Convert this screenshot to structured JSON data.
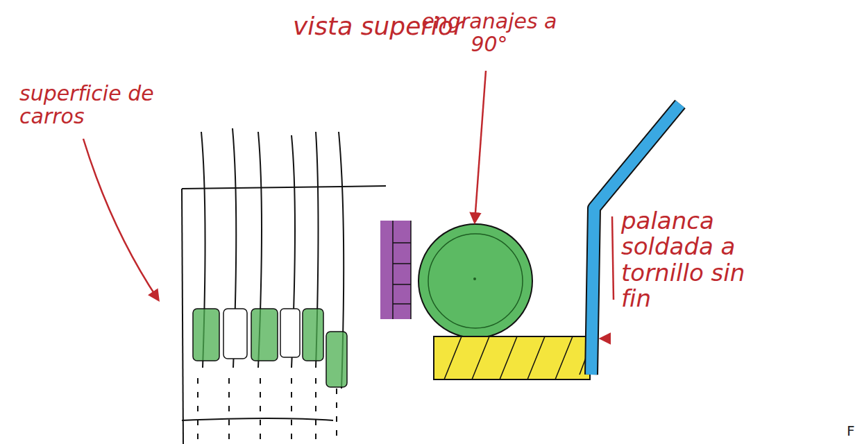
{
  "diagram": {
    "title": "vista superior",
    "labels": [
      "superficie de carros",
      "engranajes a 90°",
      "palanca soldada a tornillo sin fin",
      "F"
    ]
  }
}
